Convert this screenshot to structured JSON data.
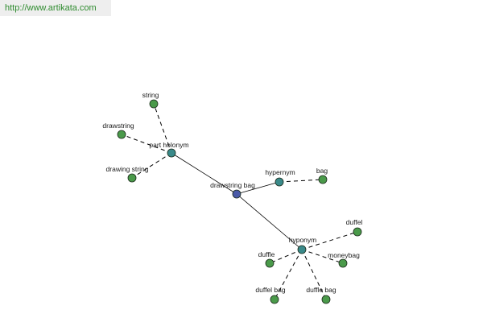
{
  "header": {
    "url_text": "http://www.artikata.com"
  },
  "colors": {
    "center_node": "#4a5aa8",
    "relation_node": "#3a8a8a",
    "leaf_node": "#4a9a4a",
    "url_text": "#2e8b2e"
  },
  "graph": {
    "nodes": [
      {
        "id": "drawstring_bag",
        "label": "drawstring bag",
        "kind": "center"
      },
      {
        "id": "part_holonym",
        "label": "part holonym",
        "kind": "relation"
      },
      {
        "id": "hypernym",
        "label": "hypernym",
        "kind": "relation"
      },
      {
        "id": "hyponym",
        "label": "hyponym",
        "kind": "relation"
      },
      {
        "id": "string",
        "label": "string",
        "kind": "leaf"
      },
      {
        "id": "drawstring",
        "label": "drawstring",
        "kind": "leaf"
      },
      {
        "id": "drawing_string",
        "label": "drawing string",
        "kind": "leaf"
      },
      {
        "id": "bag",
        "label": "bag",
        "kind": "leaf"
      },
      {
        "id": "duffel",
        "label": "duffel",
        "kind": "leaf"
      },
      {
        "id": "duffle",
        "label": "duffle",
        "kind": "leaf"
      },
      {
        "id": "moneybag",
        "label": "moneybag",
        "kind": "leaf"
      },
      {
        "id": "duffel_bag",
        "label": "duffel bag",
        "kind": "leaf"
      },
      {
        "id": "duffle_bag",
        "label": "duffle bag",
        "kind": "leaf"
      }
    ],
    "edges": [
      {
        "from": "drawstring_bag",
        "to": "part_holonym",
        "style": "solid"
      },
      {
        "from": "drawstring_bag",
        "to": "hypernym",
        "style": "solid"
      },
      {
        "from": "drawstring_bag",
        "to": "hyponym",
        "style": "solid"
      },
      {
        "from": "part_holonym",
        "to": "string",
        "style": "dashed"
      },
      {
        "from": "part_holonym",
        "to": "drawstring",
        "style": "dashed"
      },
      {
        "from": "part_holonym",
        "to": "drawing_string",
        "style": "dashed"
      },
      {
        "from": "hypernym",
        "to": "bag",
        "style": "dashed"
      },
      {
        "from": "hyponym",
        "to": "duffel",
        "style": "dashed"
      },
      {
        "from": "hyponym",
        "to": "duffle",
        "style": "dashed"
      },
      {
        "from": "hyponym",
        "to": "moneybag",
        "style": "dashed"
      },
      {
        "from": "hyponym",
        "to": "duffel_bag",
        "style": "dashed"
      },
      {
        "from": "hyponym",
        "to": "duffle_bag",
        "style": "dashed"
      }
    ]
  }
}
